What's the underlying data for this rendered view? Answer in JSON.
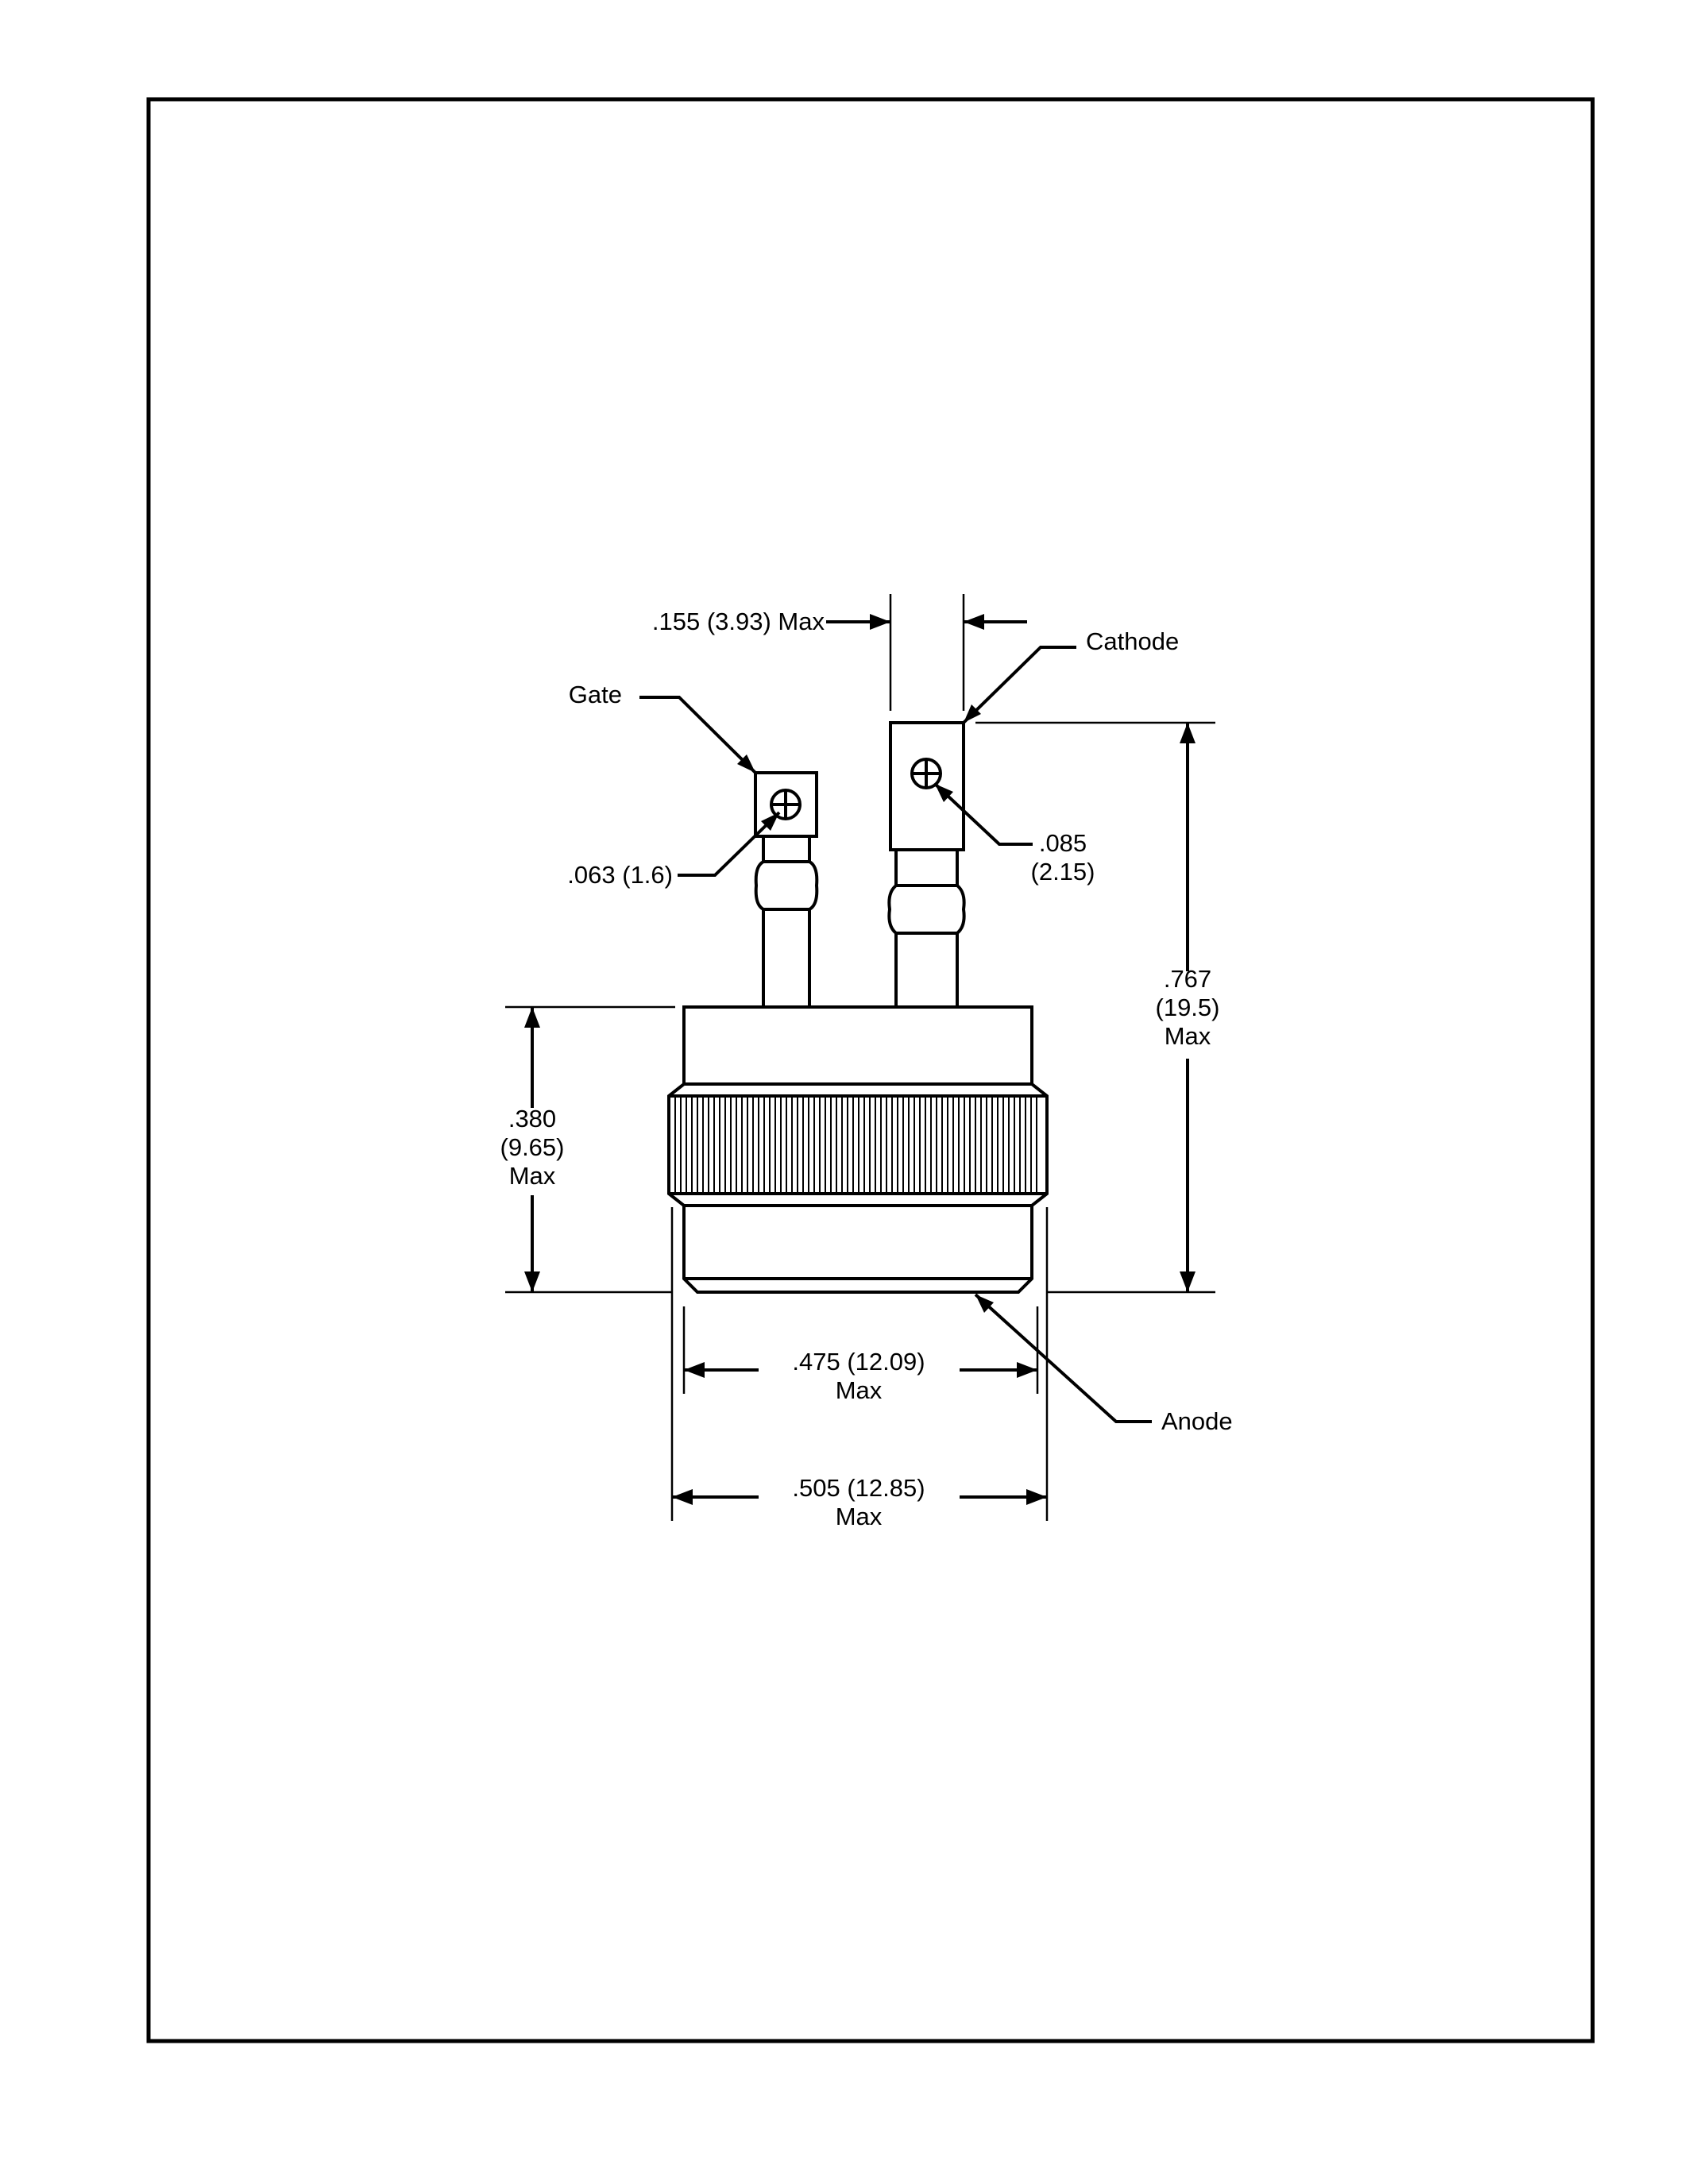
{
  "labels": {
    "gate": "Gate",
    "cathode": "Cathode",
    "anode": "Anode"
  },
  "dimensions": {
    "lead_spacing": ".155 (3.93) Max",
    "gate_hole": ".063 (1.6)",
    "cathode_hole_line1": ".085",
    "cathode_hole_line2": "(2.15)",
    "overall_height_line1": ".767",
    "overall_height_line2": "(19.5)",
    "overall_height_line3": "Max",
    "body_height_line1": ".380",
    "body_height_line2": "(9.65)",
    "body_height_line3": "Max",
    "base_width_line1": ".475 (12.09)",
    "base_width_line2": "Max",
    "knurl_width_line1": ".505 (12.85)",
    "knurl_width_line2": "Max"
  }
}
